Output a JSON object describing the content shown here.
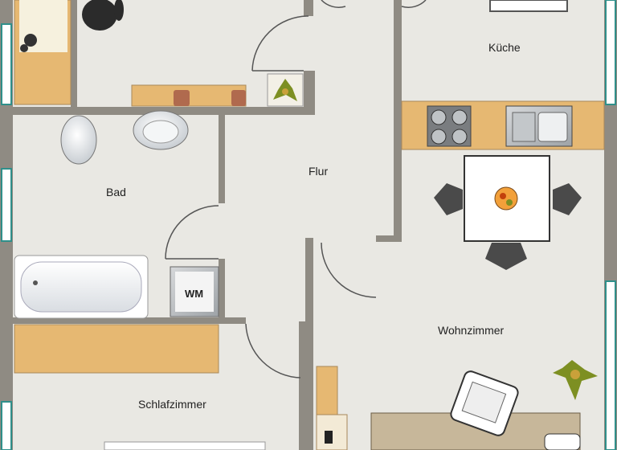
{
  "rooms": {
    "kueche": "Küche",
    "flur": "Flur",
    "bad": "Bad",
    "wohnzimmer": "Wohnzimmer",
    "schlafzimmer": "Schlafzimmer"
  },
  "fixtures": {
    "washing_machine": "WM"
  },
  "colors": {
    "floor": "#e9e8e3",
    "wall": "#8f8b83",
    "counter": "#e6b872",
    "window": "#2f8f8a",
    "dark_furniture": "#2b2b2b"
  }
}
